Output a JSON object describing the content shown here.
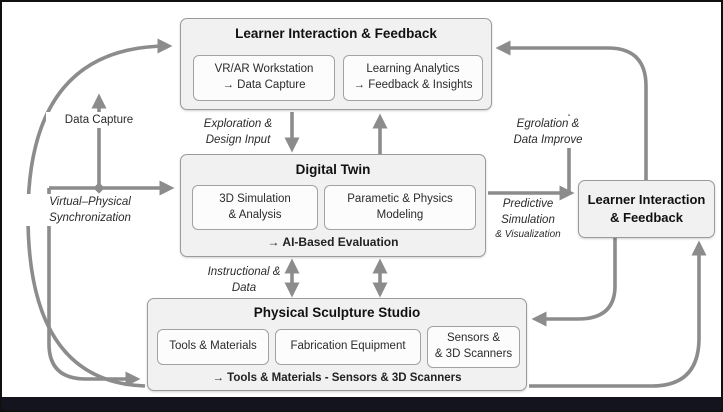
{
  "colors": {
    "arrow": "#8c8c8c",
    "box_border": "#9b9b9b",
    "box_fill": "#f1f1f1",
    "subbox_fill": "#fcfcfc",
    "bottom_bar": "#14141e"
  },
  "boxes": {
    "learner_top": {
      "title": "Learner Interaction & Feedback",
      "vr_workstation": {
        "line1": "VR/AR Workstation",
        "line2": "→ Data Capture"
      },
      "learning_analytics": {
        "line1": "Learning Analytics",
        "line2": "→ Feedback & Insights"
      }
    },
    "digital_twin": {
      "title": "Digital Twin",
      "simulation": {
        "line1": "3D Simulation",
        "line2": "& Analysis"
      },
      "parametric": {
        "line1": "Parametic & Physics",
        "line2": "Modeling"
      },
      "footer": "→ AI-Based Evaluation"
    },
    "studio": {
      "title": "Physical Sculpture Studio",
      "tools": "Tools & Materials",
      "fabrication": "Fabrication Equipment",
      "sensors": {
        "line1": "Sensors &",
        "line2": "& 3D Scanners"
      },
      "footer": "→ Tools & Materials - Sensors & 3D Scanners"
    },
    "learner_right": {
      "line1": "Learner Interaction",
      "line2": "& Feedback"
    }
  },
  "labels": {
    "data_capture": "Data Capture",
    "exploration": {
      "line1": "Exploration &",
      "line2": "Design Input"
    },
    "egrolation": {
      "line1": "Egrolation &",
      "line2": "Data Improve"
    },
    "virtual_physical": {
      "line1": "Virtual–Physical",
      "line2": "Synchronization"
    },
    "predictive": {
      "line1": "Predictive",
      "line2": "Simulation",
      "line3": "& Visualization"
    },
    "instructional": {
      "line1": "Instructional &",
      "line2": "Data"
    }
  }
}
